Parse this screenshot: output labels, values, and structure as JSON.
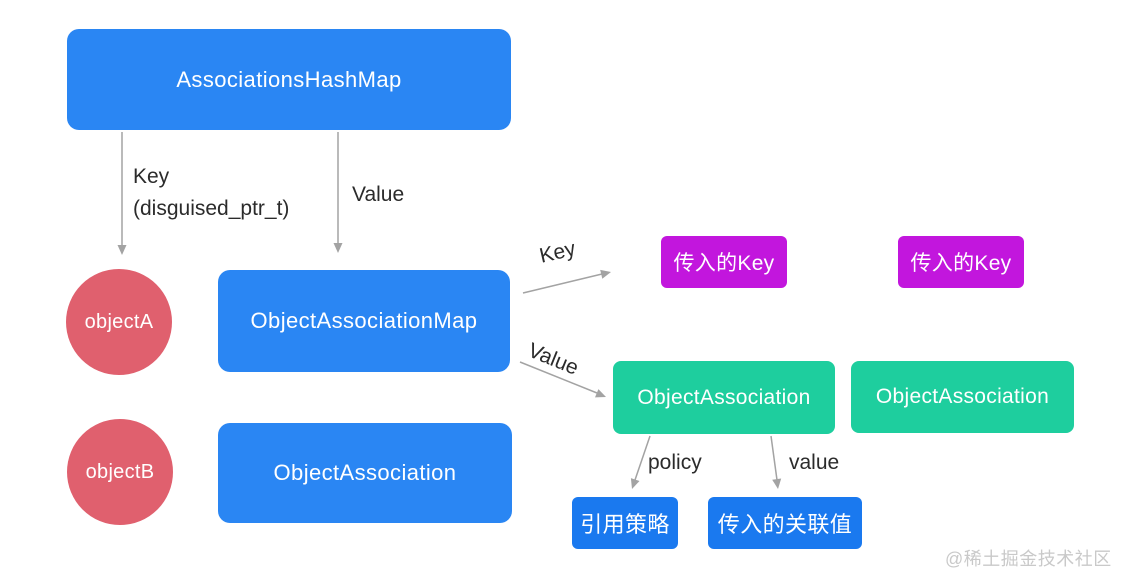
{
  "nodes": {
    "associations_hashmap": "AssociationsHashMap",
    "object_a": "objectA",
    "object_b": "objectB",
    "object_association_map": "ObjectAssociationMap",
    "object_association_blue": "ObjectAssociation",
    "passed_key_left": "传入的Key",
    "passed_key_right": "传入的Key",
    "object_association_green_left": "ObjectAssociation",
    "object_association_green_right": "ObjectAssociation",
    "reference_policy": "引用策略",
    "passed_associated_value": "传入的关联值"
  },
  "edge_labels": {
    "key_line1": "Key",
    "key_line2": "(disguised_ptr_t)",
    "value_vertical": "Value",
    "key_diagonal": "Key",
    "value_diagonal": "Value",
    "policy": "policy",
    "value": "value"
  },
  "watermark": "@稀土掘金技术社区",
  "colors": {
    "primary_blue": "#2a86f3",
    "small_blue": "#1a79ef",
    "purple": "#c216dd",
    "green": "#1ece9e",
    "red": "#e0606e",
    "arrow_gray": "#a3a3a3",
    "label_text": "#2b2b2b",
    "watermark_gray": "#c9c9c9"
  }
}
